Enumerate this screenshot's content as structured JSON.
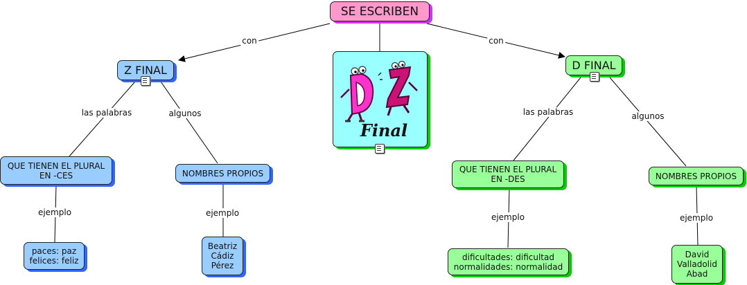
{
  "root": "SE ESCRIBEN",
  "links": {
    "con_left": "con",
    "con_right": "con",
    "palabras_left": "las palabras",
    "algunos_left": "algunos",
    "palabras_right": "las palabras",
    "algunos_right": "algunos",
    "ejemplo_1": "ejemplo",
    "ejemplo_2": "ejemplo",
    "ejemplo_3": "ejemplo",
    "ejemplo_4": "ejemplo"
  },
  "z": {
    "title": "Z FINAL",
    "plural": "QUE TIENEN EL PLURAL\nEN -CES",
    "propios": "NOMBRES PROPIOS",
    "plural_example": "paces: paz\nfelices: feliz",
    "propios_example": "Beatriz\nCádiz\nPérez"
  },
  "d": {
    "title": "D FINAL",
    "plural": "QUE TIENEN EL PLURAL\nEN -DES",
    "propios": "NOMBRES PROPIOS",
    "plural_example": "dificultades: dificultad\nnormalidades: normalidad",
    "propios_example": "David\nValladolid\nAbad"
  },
  "image_word": "Final",
  "colors": {
    "pink": "#ff99cc",
    "blue": "#99ccff",
    "green": "#99ff99",
    "image_bg": "#99ffff"
  }
}
